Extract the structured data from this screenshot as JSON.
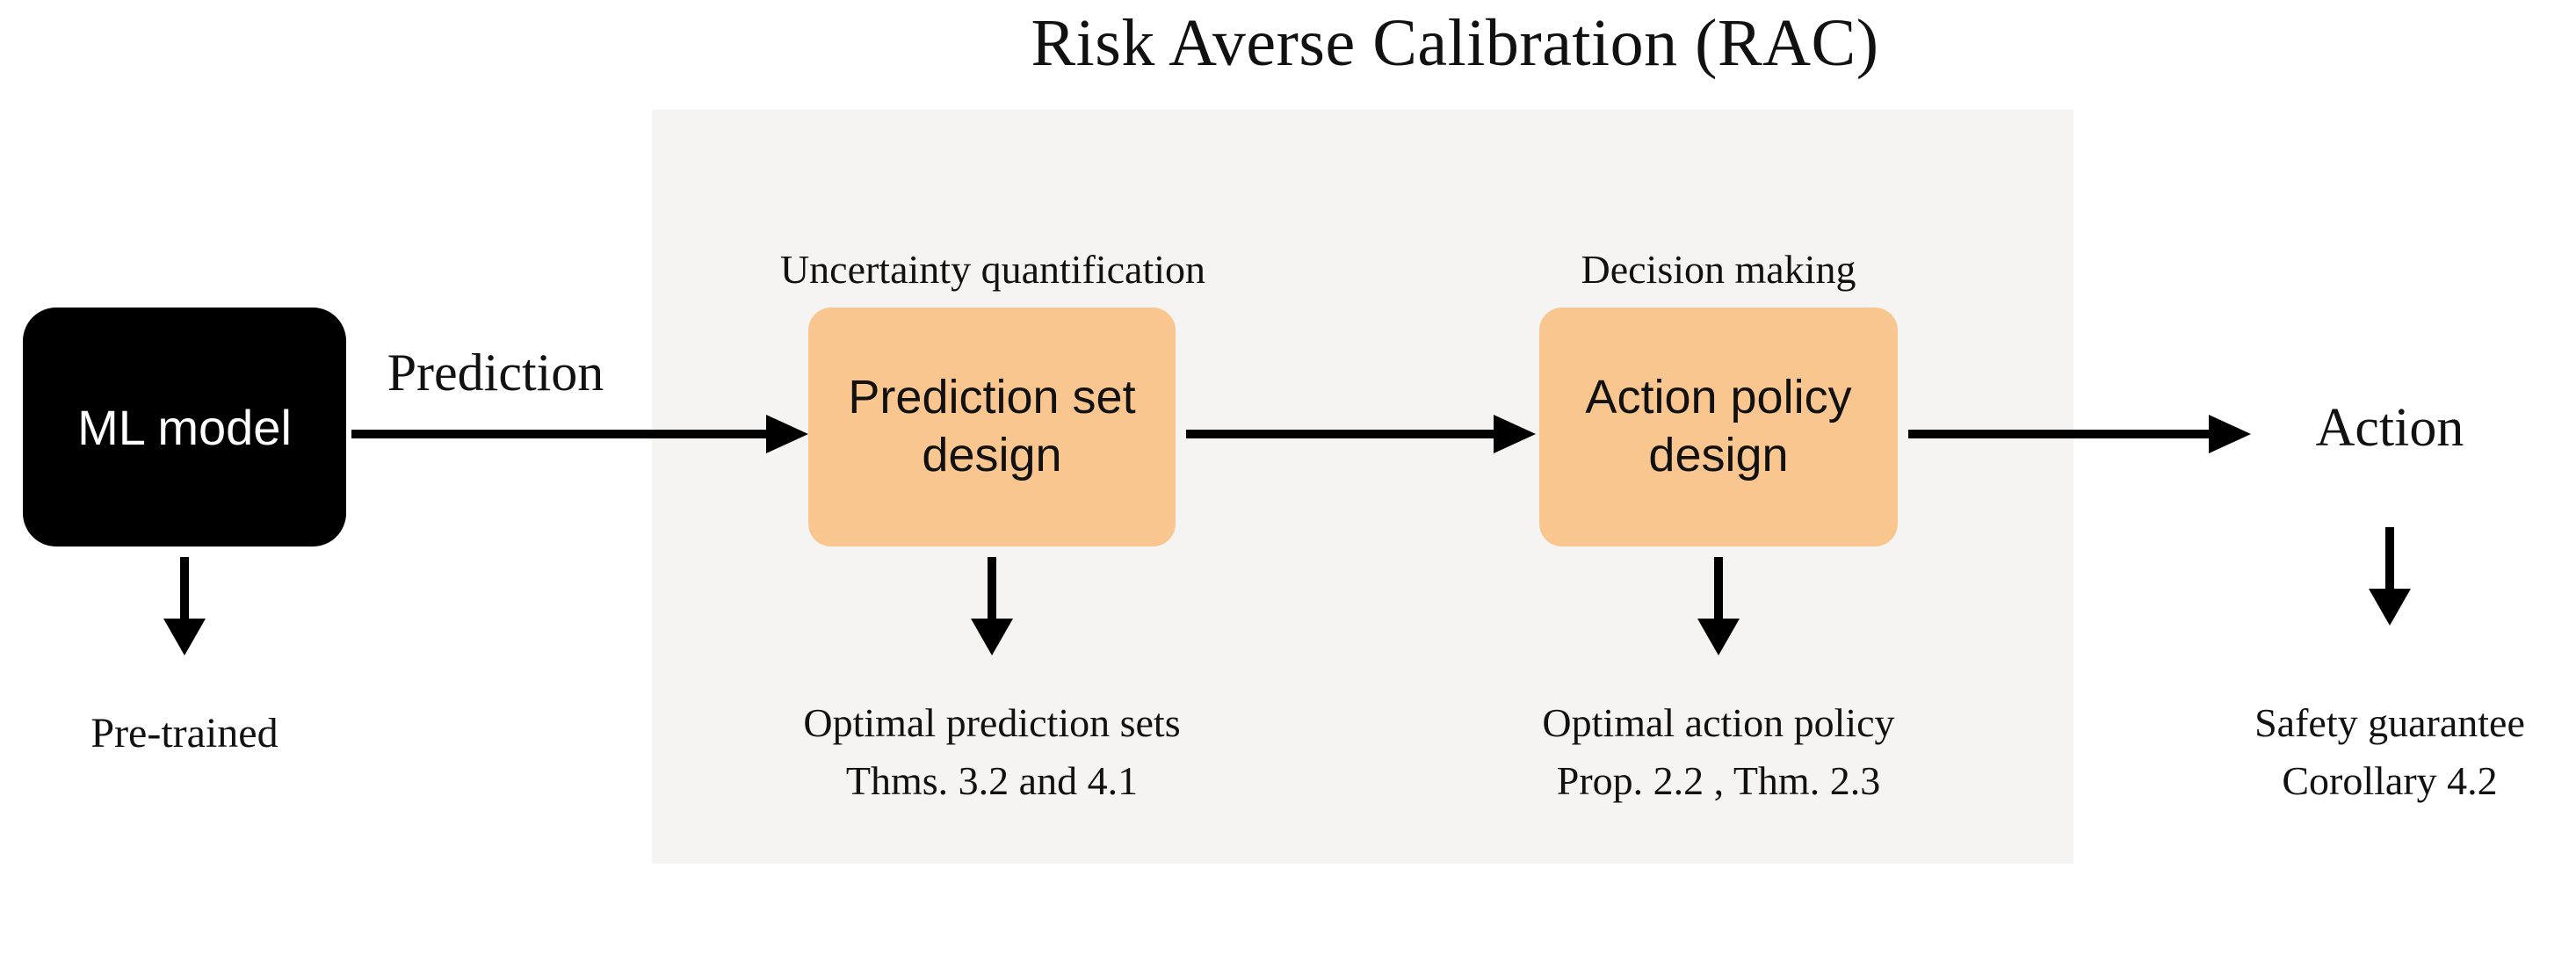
{
  "title": "Risk Averse Calibration (RAC)",
  "colors": {
    "orange_box": "#F9C68F",
    "panel_gray": "#f5f4f2",
    "ml_box": "#000000"
  },
  "ml": {
    "label": "ML model",
    "caption": "Pre-trained"
  },
  "flow": {
    "prediction_label": "Prediction"
  },
  "uq": {
    "header": "Uncertainty quantification",
    "box_label": "Prediction set design",
    "caption1": "Optimal prediction sets",
    "caption2": "Thms. 3.2 and 4.1"
  },
  "dm": {
    "header": "Decision making",
    "box_label": "Action policy design",
    "caption1": "Optimal action policy",
    "caption2": "Prop. 2.2 , Thm. 2.3"
  },
  "action": {
    "label": "Action",
    "caption1": "Safety guarantee",
    "caption2": "Corollary 4.2"
  }
}
